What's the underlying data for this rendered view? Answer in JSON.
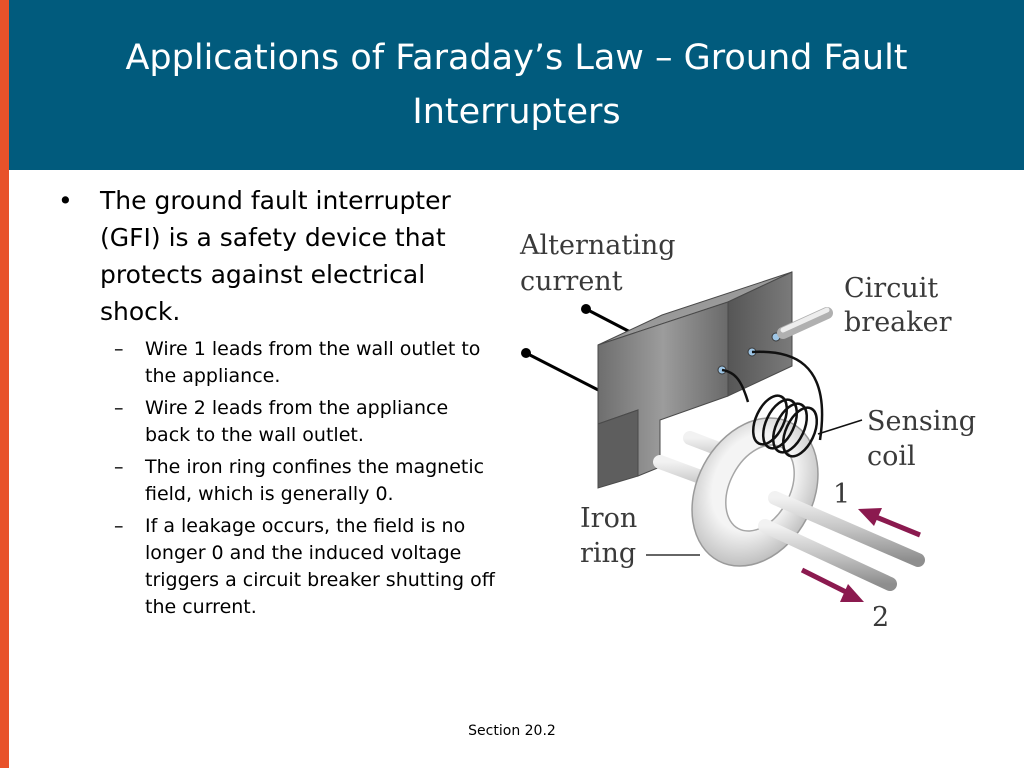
{
  "colors": {
    "header_bg": "#015b7d",
    "accent": "#e8522a",
    "arrow": "#8b1a4f"
  },
  "slide": {
    "title": "Applications of Faraday’s Law – Ground Fault Interrupters",
    "bullet_mark": "•",
    "sub_mark": "–",
    "bullets": [
      {
        "text": "The ground fault interrupter (GFI) is a safety device that protects against electrical shock.",
        "subs": [
          "Wire 1 leads from the wall outlet to the appliance.",
          "Wire 2 leads from the appliance back to the wall outlet.",
          "The iron ring confines the magnetic field, which is generally 0.",
          "If a leakage occurs, the field is no longer 0 and the induced voltage triggers a circuit breaker shutting off the current."
        ]
      }
    ],
    "footer": "Section 20.2"
  },
  "diagram": {
    "labels": {
      "ac_1": "Alternating",
      "ac_2": "current",
      "cb_1": "Circuit",
      "cb_2": "breaker",
      "sc_1": "Sensing",
      "sc_2": "coil",
      "ir_1": "Iron",
      "ir_2": "ring",
      "wire1": "1",
      "wire2": "2"
    }
  }
}
